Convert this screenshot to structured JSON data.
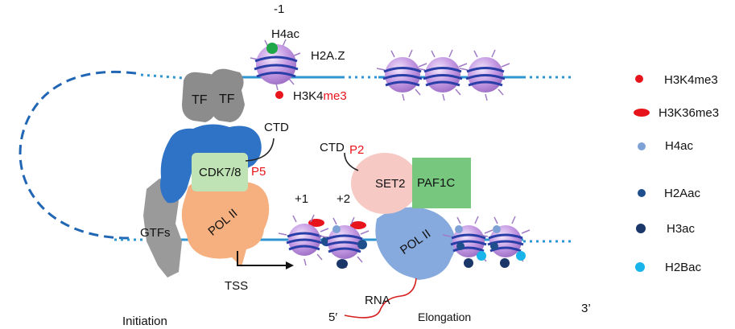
{
  "labels": {
    "minus1": "-1",
    "h4ac_top": "H4ac",
    "h2az": "H2A.Z",
    "h3k4_prefix": "H3K4",
    "h3k4_suffix": "me3",
    "tf1": "TF",
    "tf2": "TF",
    "ctd_left": "CTD",
    "cdk": "CDK7/8",
    "p5": "P5",
    "pol2_left": "POL II",
    "gtfs": "GTFs",
    "tss": "TSS",
    "initiation": "Initiation",
    "ctd_right": "CTD",
    "p2": "P2",
    "set2": "SET2",
    "paf1c": "PAF1C",
    "plus1": "+1",
    "plus2": "+2",
    "pol2_right": "POL II",
    "rna": "RNA",
    "five_prime": "5′",
    "elongation": "Elongation",
    "three_prime": "3’"
  },
  "legend": [
    {
      "label": "H3K4me3",
      "color": "#e8141c",
      "shape": "dot"
    },
    {
      "label": "H3K36me3",
      "color": "#e8141c",
      "shape": "ellipse"
    },
    {
      "label": "H4ac",
      "color": "#7ea2d6",
      "shape": "dot"
    },
    {
      "label": "H2Aac",
      "color": "#1f4e8c",
      "shape": "dot"
    },
    {
      "label": "H3ac",
      "color": "#1b3668",
      "shape": "dot"
    },
    {
      "label": "H2Bac",
      "color": "#19b4ea",
      "shape": "dot"
    }
  ],
  "colors": {
    "dna": "#2f95d0",
    "loop": "#2166b4",
    "nucleosome": "#c09ae0",
    "nucleosome_core": "#e9d6f7",
    "dna_wrap": "#2a3ea8",
    "tf": "#8c8c8c",
    "mediator": "#2e73c6",
    "cdk": "#bfe3b4",
    "pol2_initiation": "#f6b080",
    "pol2_elongation": "#86aadd",
    "set2": "#f6c9c4",
    "paf1c": "#77c77f",
    "gtfs": "#9a9a9a",
    "red": "#e8141c",
    "green_mark": "#1fa84a"
  }
}
